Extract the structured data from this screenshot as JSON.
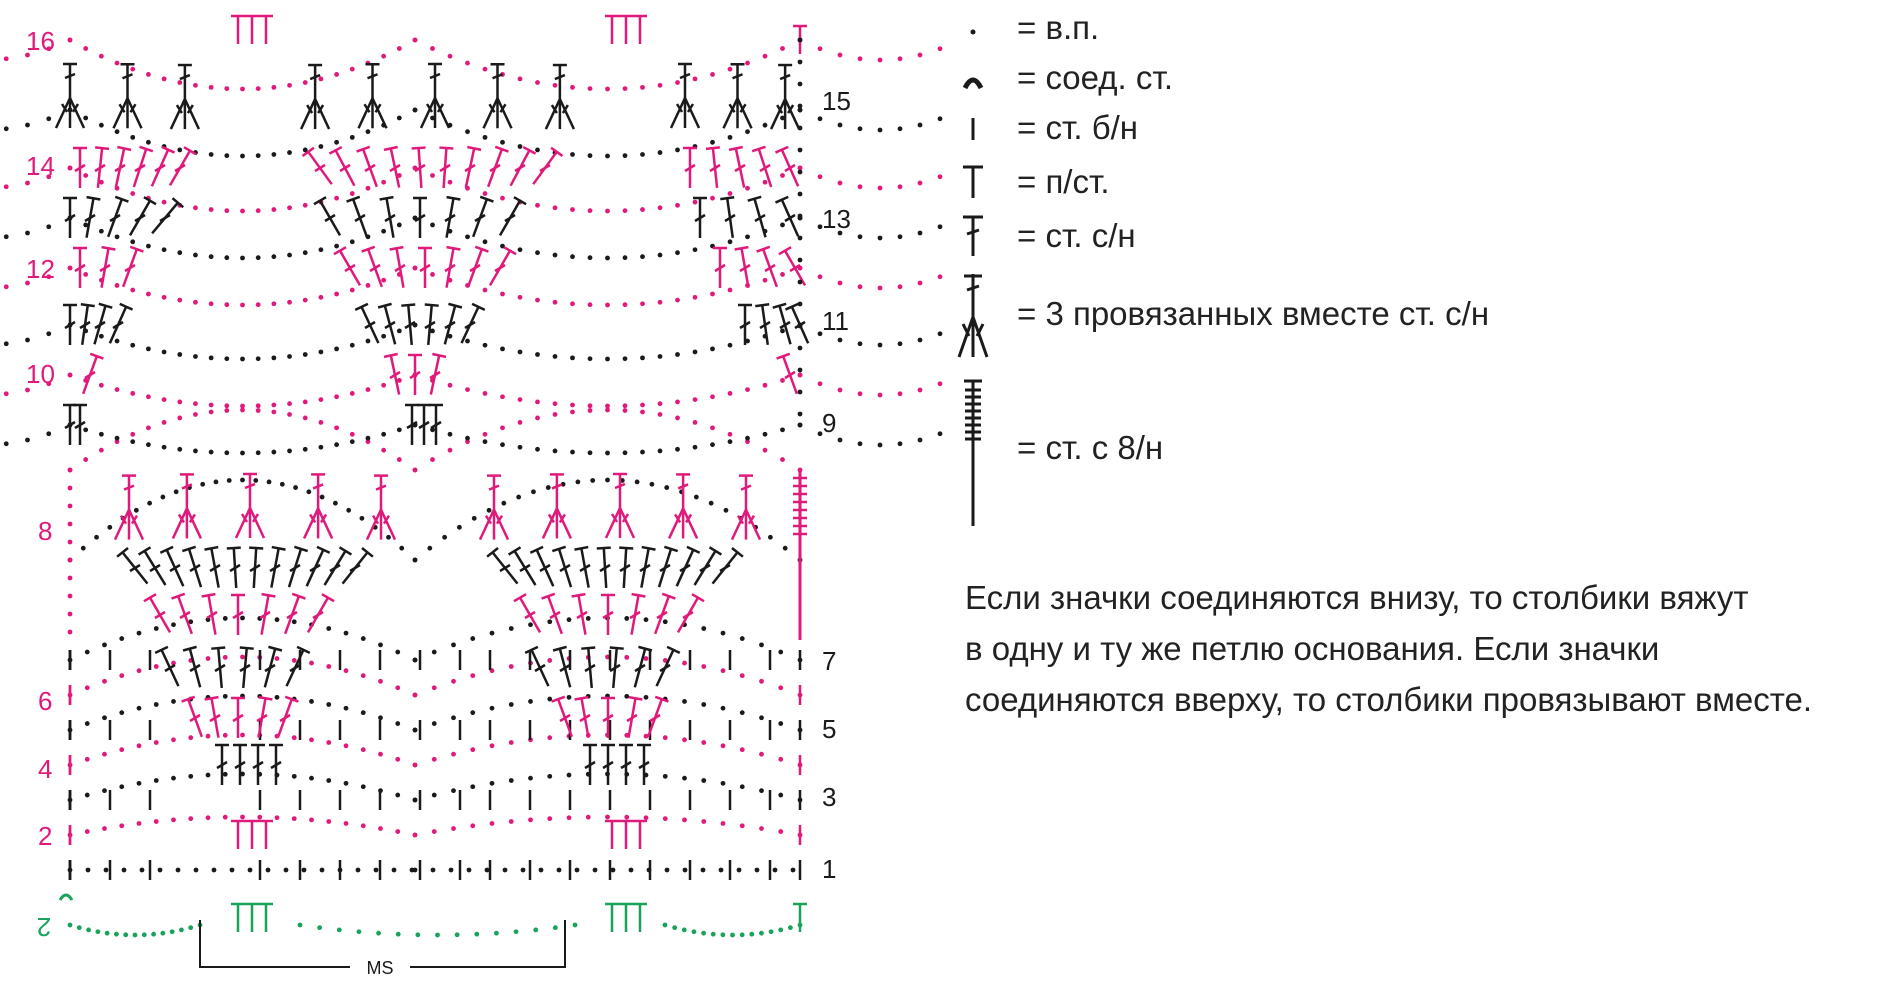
{
  "colors": {
    "black": "#1a1a1a",
    "magenta": "#e0197a",
    "green": "#17a35a"
  },
  "rows": {
    "r0": "2",
    "r1": "1",
    "r2": "2",
    "r3": "3",
    "r4": "4",
    "r5": "5",
    "r6": "6",
    "r7": "7",
    "r8": "8",
    "r9": "9",
    "r10": "10",
    "r11": "11",
    "r12": "12",
    "r13": "13",
    "r14": "14",
    "r15": "15",
    "r16": "16"
  },
  "repeat_label": "MS",
  "legend": [
    {
      "symbol": "chain-stitch",
      "text": "= в.п."
    },
    {
      "symbol": "slip-stitch",
      "text": "= соед. ст."
    },
    {
      "symbol": "single-crochet",
      "text": "= ст. б/н"
    },
    {
      "symbol": "half-double-crochet",
      "text": "= п/ст."
    },
    {
      "symbol": "double-crochet",
      "text": "= ст. с/н"
    },
    {
      "symbol": "dc3tog",
      "text": "= 3 провязанных вместе ст. с/н"
    },
    {
      "symbol": "tr8",
      "text": "= ст. с 8/н"
    }
  ],
  "note": [
    "Если значки соединяются внизу, то столбики вяжут",
    "в одну и ту же петлю основания. Если значки",
    "соединяются вверху, то столбики провязывают вместе."
  ]
}
